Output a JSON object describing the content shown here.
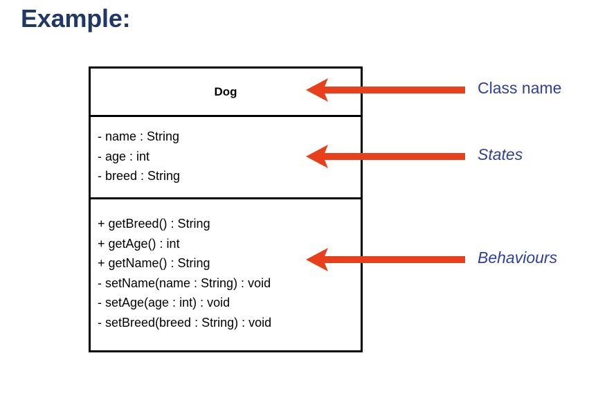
{
  "slide": {
    "title": "Example:",
    "title_color": "#1F3864"
  },
  "class_diagram": {
    "class_name": "Dog",
    "attributes": [
      "- name : String",
      "- age : int",
      "- breed : String"
    ],
    "methods": [
      "+ getBreed() : String",
      "+ getAge() : int",
      "+ getName() : String",
      "- setName(name : String) : void",
      "- setAge(age : int) : void",
      "- setBreed(breed : String) : void"
    ],
    "border_color": "#000000",
    "background_color": "#FFFFFF"
  },
  "callouts": [
    {
      "label": "Class name",
      "target": "class-name-compartment",
      "italic": false,
      "arrow_color": "#E8401C",
      "label_color": "#2E3F9E"
    },
    {
      "label": "States",
      "target": "attributes-compartment",
      "italic": true,
      "arrow_color": "#E8401C",
      "label_color": "#2E3F9E"
    },
    {
      "label": "Behaviours",
      "target": "methods-compartment",
      "italic": true,
      "arrow_color": "#E8401C",
      "label_color": "#2E3F9E"
    }
  ]
}
